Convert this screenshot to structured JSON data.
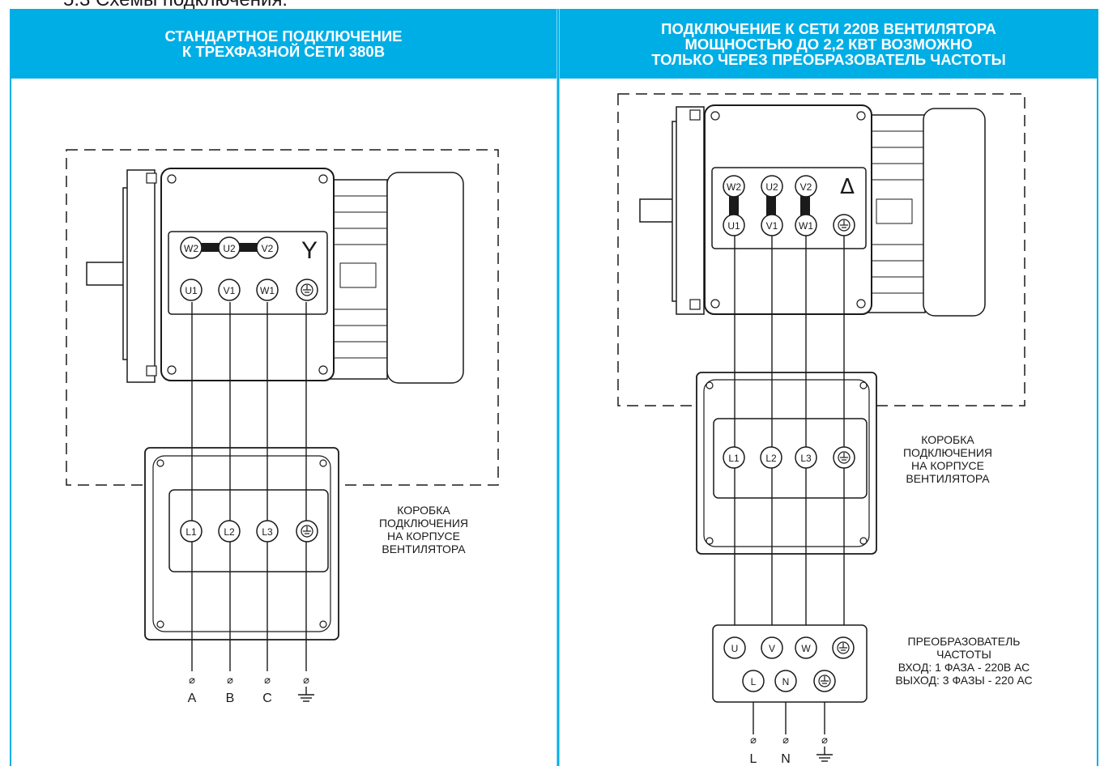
{
  "caption": "5.3 Схемы подключения:",
  "left": {
    "header": "СТАНДАРТНОЕ ПОДКЛЮЧЕНИЕ\nК ТРЕХФАЗНОЙ СЕТИ 380В",
    "connection_symbol": "Y",
    "motor_terminals_top": [
      "W2",
      "U2",
      "V2"
    ],
    "motor_terminals_bottom": [
      "U1",
      "V1",
      "W1"
    ],
    "box_terminals": [
      "L1",
      "L2",
      "L3"
    ],
    "box_label": [
      "КОРОБКА",
      "ПОДКЛЮЧЕНИЯ",
      "НА КОРПУСЕ",
      "ВЕНТИЛЯТОРА"
    ],
    "supply_labels": [
      "A",
      "B",
      "C"
    ],
    "terminal_mark": "⌀"
  },
  "right": {
    "header": "ПОДКЛЮЧЕНИЕ К СЕТИ 220В ВЕНТИЛЯТОРА\nМОЩНОСТЬЮ ДО 2,2 КВТ ВОЗМОЖНО\nТОЛЬКО ЧЕРЕЗ ПРЕОБРАЗОВАТЕЛЬ ЧАСТОТЫ",
    "connection_symbol": "Δ",
    "motor_terminals_top": [
      "W2",
      "U2",
      "V2"
    ],
    "motor_terminals_bottom": [
      "U1",
      "V1",
      "W1"
    ],
    "box_terminals": [
      "L1",
      "L2",
      "L3"
    ],
    "box_label": [
      "КОРОБКА",
      "ПОДКЛЮЧЕНИЯ",
      "НА КОРПУСЕ",
      "ВЕНТИЛЯТОРА"
    ],
    "converter_outputs": [
      "U",
      "V",
      "W"
    ],
    "converter_inputs": [
      "L",
      "N"
    ],
    "converter_label": [
      "ПРЕОБРАЗОВАТЕЛЬ",
      "ЧАСТОТЫ",
      "ВХОД: 1 ФАЗА - 220В АС",
      "ВЫХОД: 3 ФАЗЫ - 220 АС"
    ],
    "supply_labels": [
      "L",
      "N"
    ],
    "terminal_mark": "⌀"
  },
  "colors": {
    "header_bg": "#00aee6",
    "divider": "#00aee6",
    "line": "#1a1a1a"
  }
}
